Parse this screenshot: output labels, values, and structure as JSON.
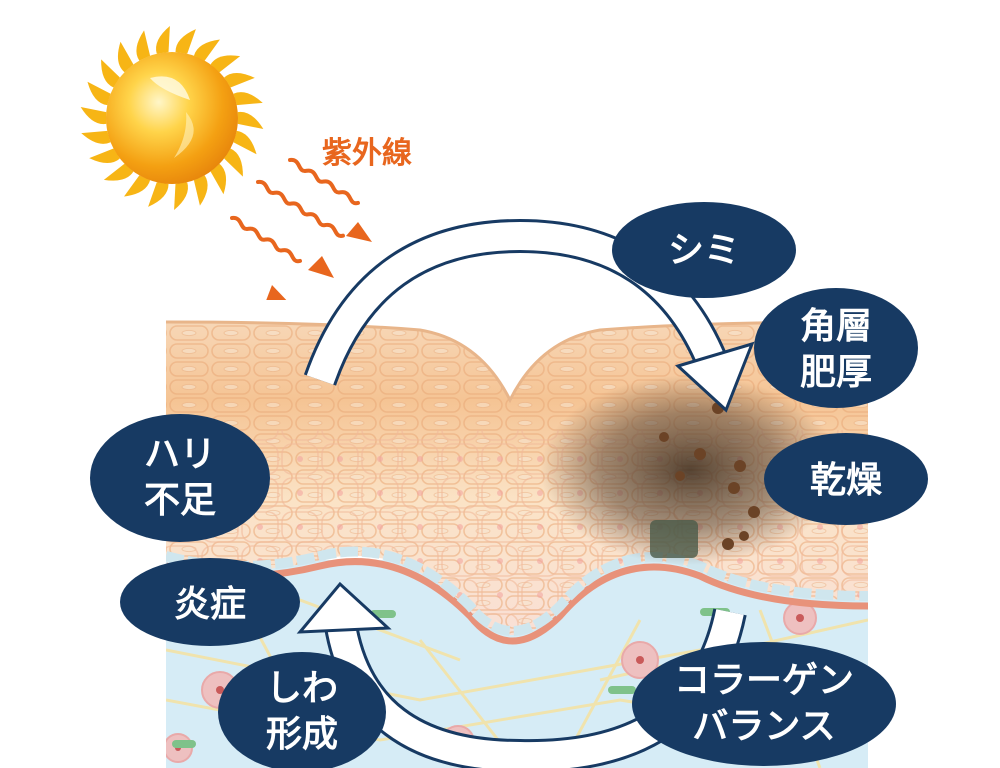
{
  "uv_label": "紫外線",
  "labels": {
    "shimi": "シミ",
    "kakuso_line1": "角層",
    "kakuso_line2": "肥厚",
    "kanso": "乾燥",
    "hari_line1": "ハリ",
    "hari_line2": "不足",
    "ensho": "炎症",
    "shiwa_line1": "しわ",
    "shiwa_line2": "形成",
    "collagen_line1": "コラーゲン",
    "collagen_line2": "バランス"
  },
  "colors": {
    "bubble": "#173a63",
    "uv_arrow": "#e8661e",
    "sun_core": "#f6b31b",
    "sun_ray": "#f7b515",
    "skin_top": "#f6c89a",
    "skin_mid": "#fbe1c4",
    "skin_deep": "#f7d6cb",
    "basal_line": "#e8927a",
    "dermis": "#d6ecf6",
    "fiber": "#f3e3a6",
    "shadow": "#5a4636",
    "cycle_arrow": "#ffffff"
  },
  "icons": {
    "sun": "sun-icon",
    "uv_arrows": "wavy-arrow-icon",
    "cycle_top": "curved-arrow-icon",
    "cycle_bottom": "curved-arrow-icon"
  }
}
